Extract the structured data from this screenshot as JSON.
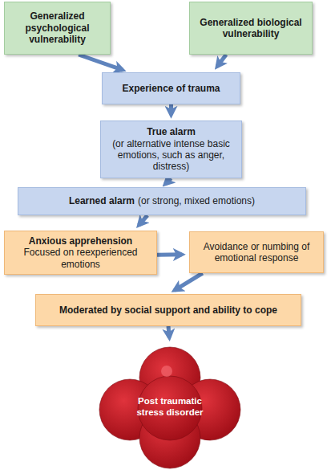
{
  "diagram": {
    "nodes": [
      {
        "text": [
          "Generalized psychological vulnerability"
        ]
      },
      {
        "text": [
          "Generalized biological vulnerability"
        ]
      },
      {
        "text": [
          "Experience of trauma"
        ]
      },
      {
        "text": [
          "True alarm",
          "(or alternative intense basic emotions, such as anger, distress)"
        ]
      },
      {
        "text": [
          "Learned alarm",
          "(or strong, mixed emotions)"
        ]
      },
      {
        "text": [
          "Anxious apprehension",
          "Focused on reexperienced emotions"
        ]
      },
      {
        "text": [
          "Avoidance or numbing of emotional response"
        ]
      },
      {
        "text": [
          "Moderated by social support and ability to cope"
        ]
      },
      {
        "text": [
          "Post traumatic stress disorder"
        ]
      }
    ],
    "edges": [
      {
        "from": 0,
        "to": 2,
        "arrow": "to"
      },
      {
        "from": 1,
        "to": 2,
        "arrow": "to"
      },
      {
        "from": 2,
        "to": 3,
        "arrow": "to"
      },
      {
        "from": 3,
        "to": 4,
        "arrow": "to"
      },
      {
        "from": 4,
        "to": 5,
        "arrow": "to"
      },
      {
        "from": 5,
        "to": 6,
        "arrow": "to"
      },
      {
        "from": 6,
        "to": 7,
        "arrow": "to"
      },
      {
        "from": 7,
        "to": 8,
        "arrow": "to"
      }
    ]
  }
}
